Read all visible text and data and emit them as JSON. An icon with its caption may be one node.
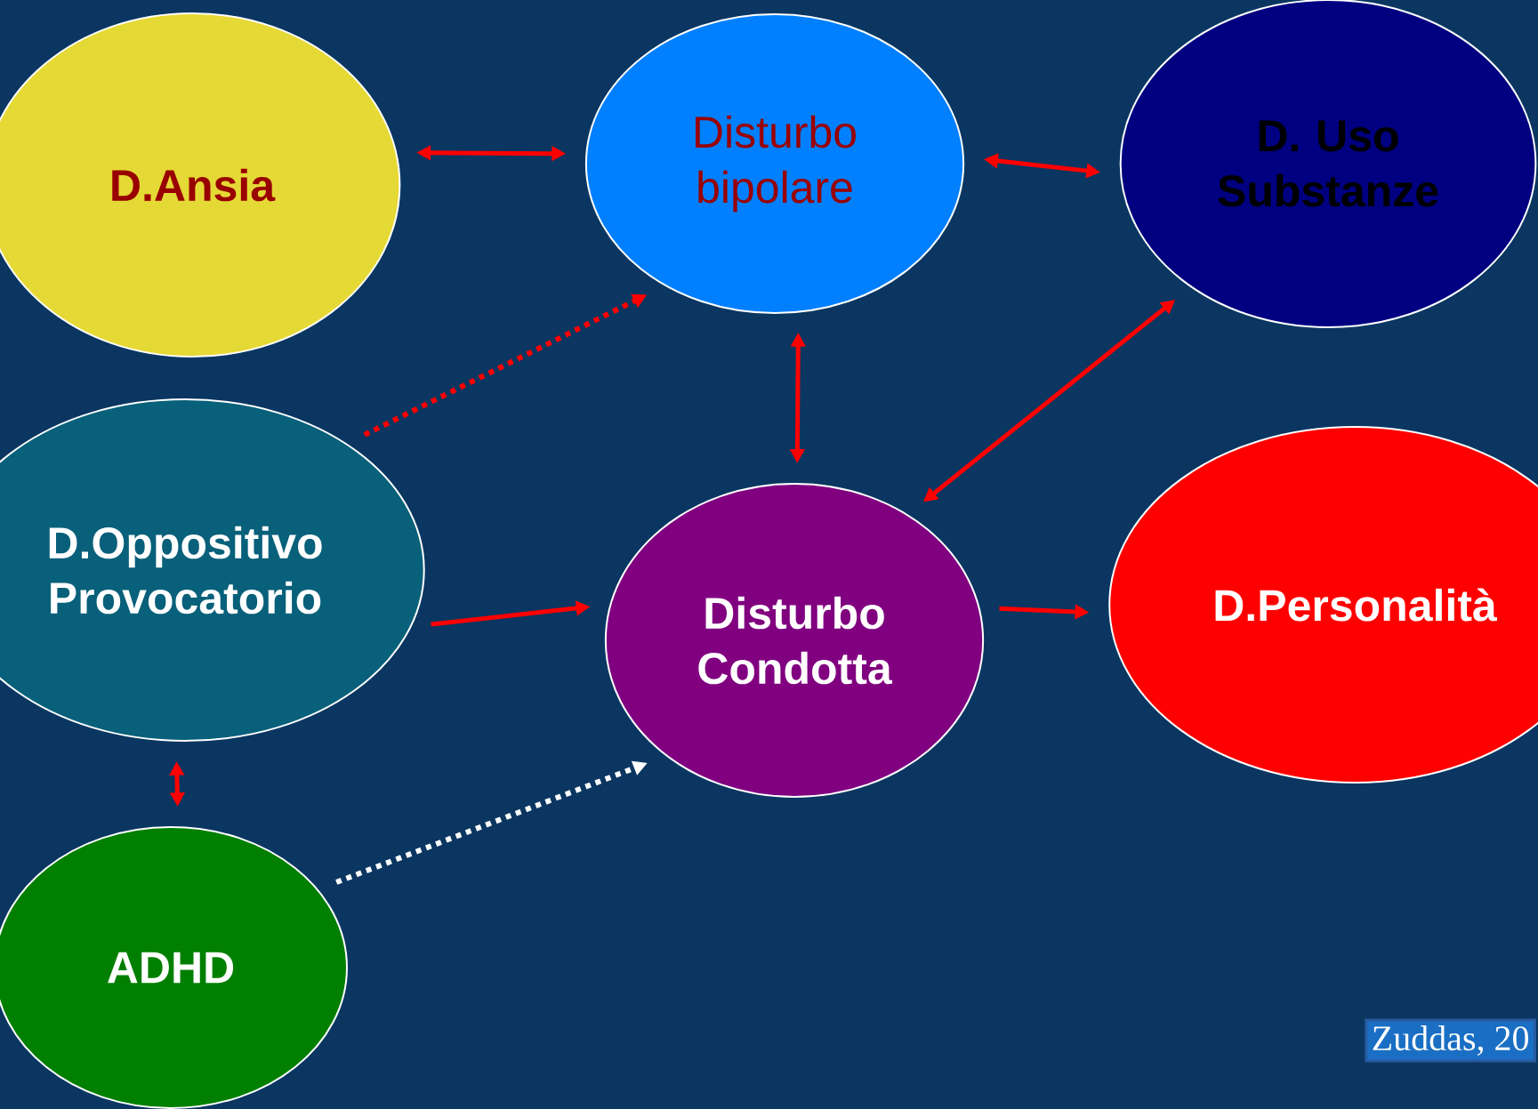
{
  "diagram": {
    "nodes": [
      {
        "text": [
          "D.Ansia"
        ]
      },
      {
        "text": [
          "Disturbo bipolare"
        ]
      },
      {
        "text": [
          "D. Uso Substanze"
        ]
      },
      {
        "text": [
          "D.Oppositivo Provocatorio"
        ]
      },
      {
        "text": [
          "Disturbo Condotta"
        ]
      },
      {
        "text": [
          "D.Personalità"
        ]
      },
      {
        "text": [
          "ADHD"
        ]
      }
    ],
    "edges": [
      {
        "from": 0,
        "to": 1,
        "arrow": "both"
      },
      {
        "from": 1,
        "to": 2,
        "arrow": "both"
      },
      {
        "from": 3,
        "to": 1,
        "arrow": "to",
        "style": "dashed"
      },
      {
        "from": 1,
        "to": 4,
        "arrow": "both"
      },
      {
        "from": 2,
        "to": 4,
        "arrow": "both"
      },
      {
        "from": 3,
        "to": 4,
        "arrow": "to"
      },
      {
        "from": 4,
        "to": 5,
        "arrow": "to"
      },
      {
        "from": 3,
        "to": 6,
        "arrow": "both"
      },
      {
        "from": 6,
        "to": 4,
        "arrow": "to",
        "style": "dashed",
        "color": "#ffffff"
      }
    ],
    "labels": [
      "Zuddas, 20"
    ]
  }
}
